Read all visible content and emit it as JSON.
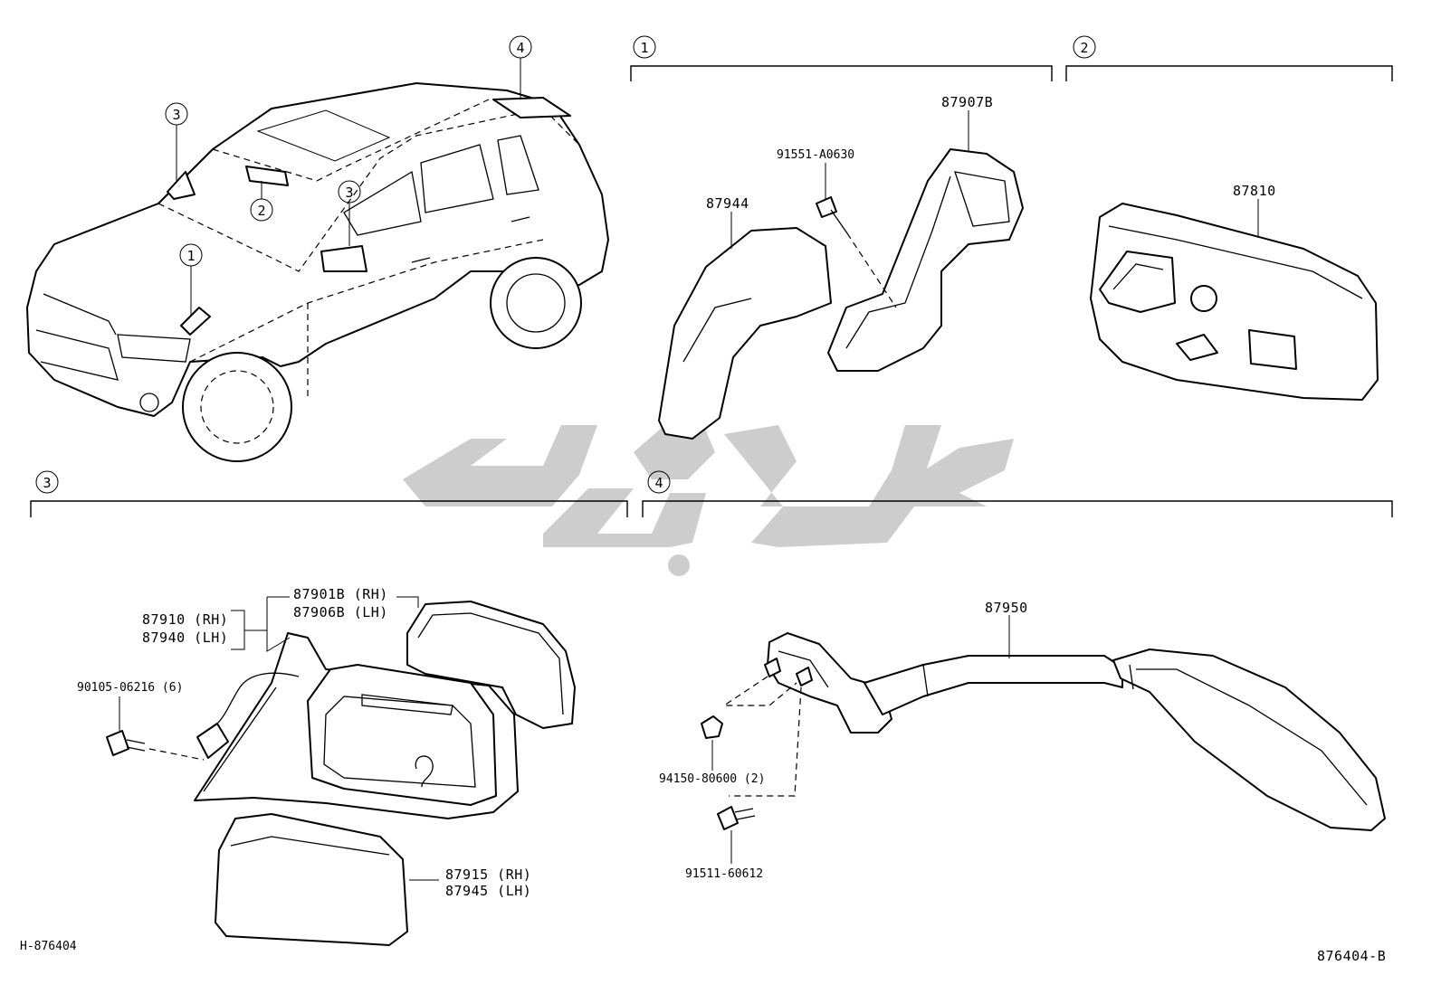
{
  "sections": {
    "s1": "1",
    "s2": "2",
    "s3": "3",
    "s4": "4"
  },
  "vehicle_callouts": {
    "c1": "1",
    "c2": "2",
    "c3a": "3",
    "c3b": "3",
    "c4": "4"
  },
  "parts": {
    "p87907B": "87907B",
    "p91551": "91551-A0630",
    "p87944": "87944",
    "p87810": "87810",
    "p87901B": "87901B (RH)",
    "p87906B": "87906B (LH)",
    "p87910": "87910 (RH)",
    "p87940": "87940 (LH)",
    "p90105": "90105-06216 (6)",
    "p87915": "87915 (RH)",
    "p87945": "87945 (LH)",
    "p87950": "87950",
    "p94150": "94150-80600 (2)",
    "p91511": "91511-60612"
  },
  "footer": {
    "left_code": "H-876404",
    "right_code": "876404-B"
  },
  "colors": {
    "line": "#000000",
    "watermark": "#c8c8c8",
    "background": "#ffffff"
  }
}
